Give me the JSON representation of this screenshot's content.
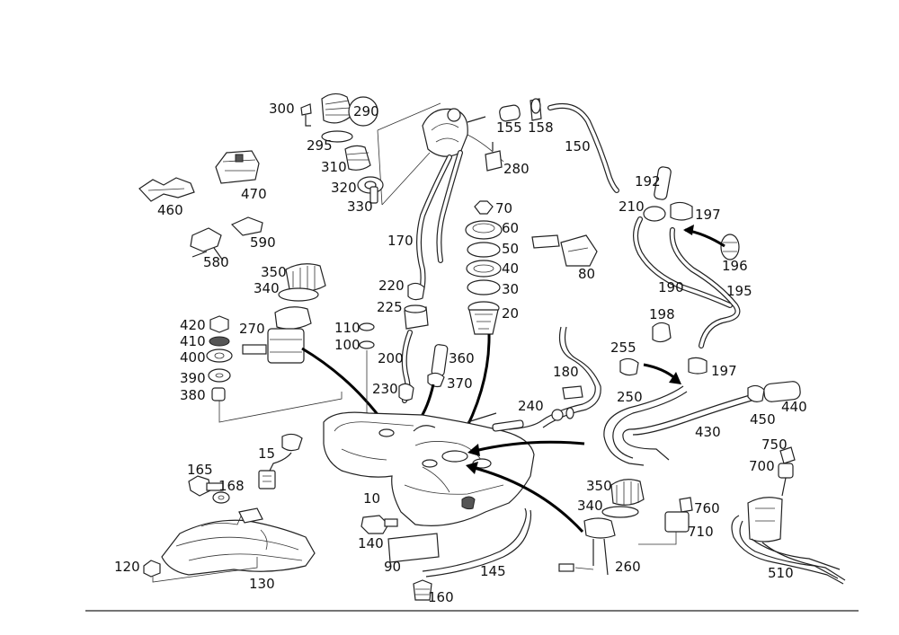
{
  "labels": {
    "l300": "300",
    "l290": "290",
    "l295": "295",
    "l310": "310",
    "l320": "320",
    "l330": "330",
    "l155": "155",
    "l158": "158",
    "l150": "150",
    "l280": "280",
    "l470": "470",
    "l460": "460",
    "l590": "590",
    "l580": "580",
    "l170": "170",
    "l192": "192",
    "l210": "210",
    "l197a": "197",
    "l196": "196",
    "l190": "190",
    "l195": "195",
    "l198": "198",
    "l197b": "197",
    "l70": "70",
    "l60": "60",
    "l50": "50",
    "l40": "40",
    "l30": "30",
    "l20": "20",
    "l80": "80",
    "l350a": "350",
    "l340a": "340",
    "l220": "220",
    "l225": "225",
    "l270": "270",
    "l420": "420",
    "l410": "410",
    "l400": "400",
    "l390": "390",
    "l380": "380",
    "l110": "110",
    "l100": "100",
    "l200": "200",
    "l360": "360",
    "l370": "370",
    "l230": "230",
    "l255": "255",
    "l180": "180",
    "l250": "250",
    "l240": "240",
    "l430": "430",
    "l440": "440",
    "l450": "450",
    "l750": "750",
    "l700": "700",
    "l15": "15",
    "l165": "165",
    "l168": "168",
    "l10": "10",
    "l350b": "350",
    "l340b": "340",
    "l760": "760",
    "l710": "710",
    "l140": "140",
    "l90": "90",
    "l145": "145",
    "l260": "260",
    "l510": "510",
    "l120": "120",
    "l130": "130",
    "l160": "160"
  }
}
